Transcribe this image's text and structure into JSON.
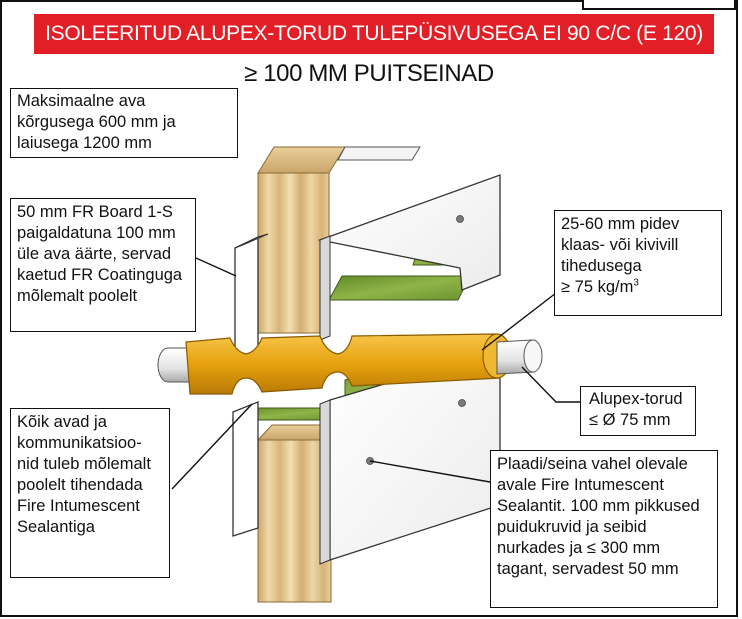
{
  "title": "ISOLEERITUD ALUPEX-TORUD TULEPÜSIVUSEGA EI 90 C/C (E 120)",
  "heading": "≥ 100 MM PUITSEINAD",
  "callouts": {
    "max_opening": [
      "Maksimaalne ava",
      "kõrgusega 600 mm ja",
      "laiusega 1200 mm"
    ],
    "fr_board": [
      "50 mm FR Board 1-S",
      "paigaldatuna 100 mm",
      "üle ava äärte, servad",
      "kaetud FR Coatinguga",
      "mõlemalt poolelt"
    ],
    "mineral_wool": {
      "lines": [
        "25-60 mm pidev",
        "klaas- või kivivill",
        "tihedusega"
      ],
      "density_value": "≥ 75 kg/m",
      "density_exp": "3"
    },
    "pipes": [
      "Alupex-torud",
      "≤ Ø 75 mm"
    ],
    "all_openings": [
      "Kõik avad ja",
      "kommunikatsioo-",
      "nid tuleb mõlemalt",
      "poolelt tihendada",
      "Fire Intumescent",
      "Sealantiga"
    ],
    "sealant_gap": [
      "Plaadi/seina vahel olevale",
      "avale Fire Intumescent",
      "Sealantit. 100 mm pikkused",
      "puidukruvid ja seibid",
      "nurkades ja ≤ 300 mm",
      "tagant, servadest 50 mm"
    ]
  },
  "colors": {
    "title_bg": "#e21f26",
    "pipe_insulation": "#e6a20e",
    "wood": "#dcc08a",
    "board": "#ffffff",
    "mineral_wool": "#7fa33a"
  }
}
